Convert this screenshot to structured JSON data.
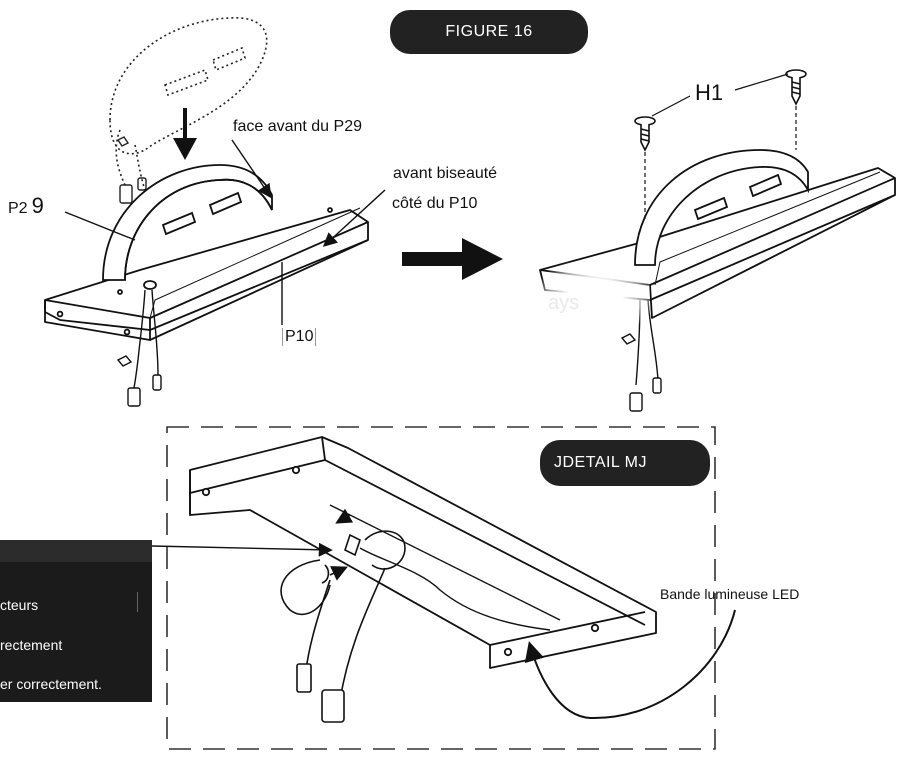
{
  "figure": {
    "title": "FIGURE 16"
  },
  "labels": {
    "face_avant": "face avant du P29",
    "avant_biseaute": "avant biseauté",
    "cote_p10": "côté du P10",
    "p29_left": "P2",
    "p29_digit": "9",
    "p10": "P10",
    "h1": "H1",
    "smudge": "ays",
    "led": "Bande lumineuse LED"
  },
  "detail": {
    "title": "JDETAIL MJ"
  },
  "note": {
    "lines": [
      "cteurs",
      "rectement",
      "er correctement."
    ]
  },
  "colors": {
    "ink": "#111111",
    "pill": "#222222",
    "note_bg": "#1b1b1b",
    "paper": "#ffffff"
  }
}
